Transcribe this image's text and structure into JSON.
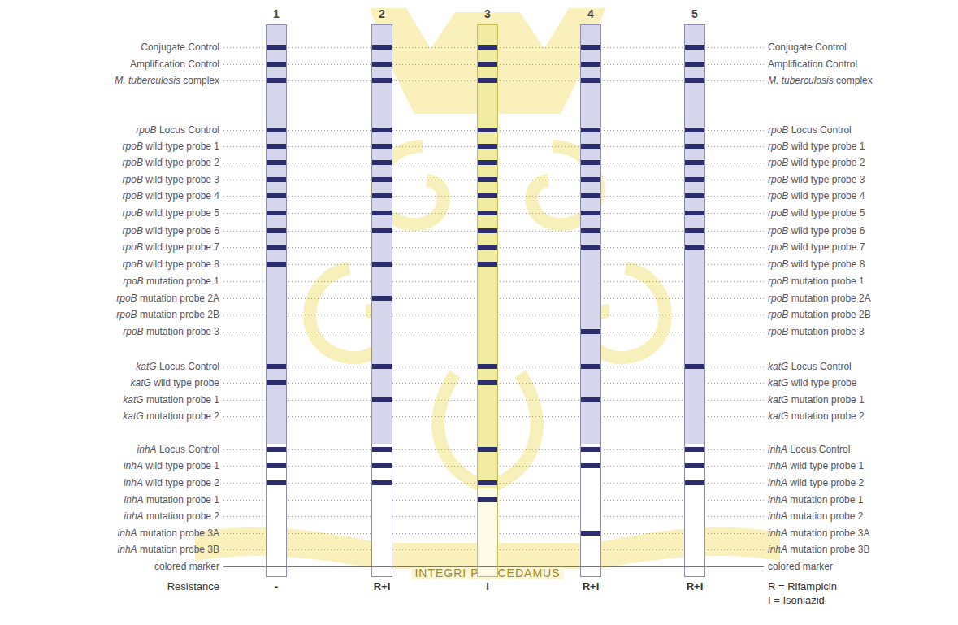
{
  "diagram": {
    "nodes": [
      {
        "text": [
          "1"
        ]
      },
      {
        "text": [
          "2"
        ]
      },
      {
        "text": [
          "3"
        ]
      },
      {
        "text": [
          "4"
        ]
      },
      {
        "text": [
          "5"
        ]
      }
    ],
    "labels": [
      "Conjugate Control",
      "Amplification Control",
      "M. tuberculosis complex",
      "rpoB Locus Control",
      "rpoB wild type probe 1",
      "rpoB wild type probe 2",
      "rpoB wild type probe 3",
      "rpoB wild type probe 4",
      "rpoB wild type probe 5",
      "rpoB wild type probe 6",
      "rpoB wild type probe 7",
      "rpoB wild type probe 8",
      "rpoB mutation probe 1",
      "rpoB mutation probe 2A",
      "rpoB mutation probe 2B",
      "rpoB mutation probe 3",
      "katG Locus Control",
      "katG wild type probe",
      "katG mutation probe 1",
      "katG mutation probe 2",
      "inhA Locus Control",
      "inhA wild type probe 1",
      "inhA wild type probe 2",
      "inhA mutation probe 1",
      "inhA mutation probe 2",
      "inhA mutation probe 3A",
      "inhA mutation probe 3B",
      "colored marker",
      "Conjugate Control",
      "Amplification Control",
      "M. tuberculosis complex",
      "rpoB Locus Control",
      "rpoB wild type probe 1",
      "rpoB wild type probe 2",
      "rpoB wild type probe 3",
      "rpoB wild type probe 4",
      "rpoB wild type probe 5",
      "rpoB wild type probe 6",
      "rpoB wild type probe 7",
      "rpoB wild type probe 8",
      "rpoB mutation probe 1",
      "rpoB mutation probe 2A",
      "rpoB mutation probe 2B",
      "rpoB mutation probe 3",
      "katG Locus Control",
      "katG wild type probe",
      "katG mutation probe 1",
      "katG mutation probe 2",
      "inhA Locus Control",
      "inhA wild type probe 1",
      "inhA wild type probe 2",
      "inhA mutation probe 1",
      "inhA mutation probe 2",
      "inhA mutation probe 3A",
      "inhA mutation probe 3B",
      "colored marker",
      "Resistance",
      "-",
      "R+I",
      "I",
      "R+I",
      "R+I",
      "R = Rifampicin",
      "I = Isoniazid",
      "INTEGRI PROCEDAMUS"
    ]
  }
}
